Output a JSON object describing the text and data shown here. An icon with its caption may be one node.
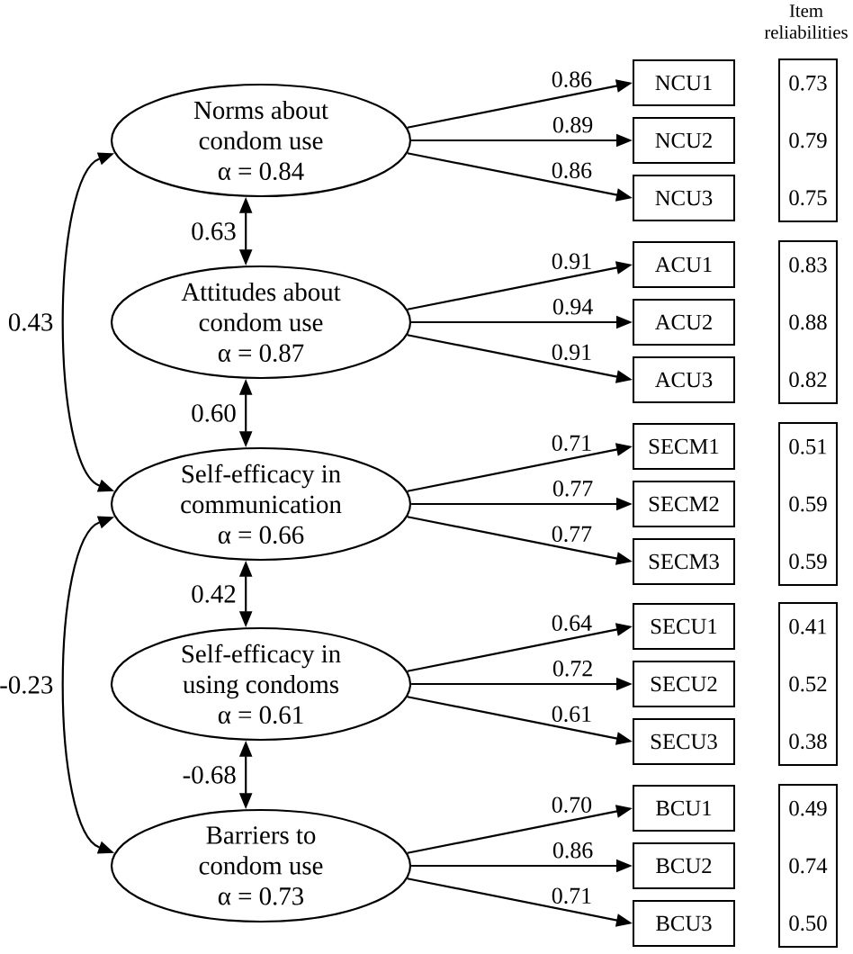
{
  "diagram": {
    "nodes": [
      {
        "text": [
          "Norms about condom use",
          "α = 0.84"
        ]
      },
      {
        "text": [
          "NCU1"
        ]
      },
      {
        "text": [
          "NCU2"
        ]
      },
      {
        "text": [
          "NCU3"
        ]
      },
      {
        "text": [
          "0.73",
          "0.79",
          "0.75"
        ]
      },
      {
        "text": [
          "Attitudes about condom use",
          "α = 0.87"
        ]
      },
      {
        "text": [
          "ACU1"
        ]
      },
      {
        "text": [
          "ACU2"
        ]
      },
      {
        "text": [
          "ACU3"
        ]
      },
      {
        "text": [
          "0.83",
          "0.88",
          "0.82"
        ]
      },
      {
        "text": [
          "Self-efficacy in communication",
          "α = 0.66"
        ]
      },
      {
        "text": [
          "SECM1"
        ]
      },
      {
        "text": [
          "SECM2"
        ]
      },
      {
        "text": [
          "SECM3"
        ]
      },
      {
        "text": [
          "0.51",
          "0.59",
          "0.59"
        ]
      },
      {
        "text": [
          "Self-efficacy in using condoms",
          "α = 0.61"
        ]
      },
      {
        "text": [
          "SECU1"
        ]
      },
      {
        "text": [
          "SECU2"
        ]
      },
      {
        "text": [
          "SECU3"
        ]
      },
      {
        "text": [
          "0.41",
          "0.52",
          "0.38"
        ]
      },
      {
        "text": [
          "Barriers to condom use",
          "α = 0.73"
        ]
      },
      {
        "text": [
          "BCU1"
        ]
      },
      {
        "text": [
          "BCU2"
        ]
      },
      {
        "text": [
          "BCU3"
        ]
      },
      {
        "text": [
          "0.49",
          "0.74",
          "0.50"
        ]
      }
    ],
    "edges": [
      {
        "from": 0,
        "to": 10,
        "arrow": "both",
        "label": "0.43"
      },
      {
        "from": 10,
        "to": 20,
        "arrow": "both",
        "label": "-0.23"
      },
      {
        "from": 0,
        "to": 5,
        "arrow": "both",
        "label": "0.63"
      },
      {
        "from": 5,
        "to": 10,
        "arrow": "both",
        "label": "0.60"
      },
      {
        "from": 10,
        "to": 15,
        "arrow": "both",
        "label": "0.42"
      },
      {
        "from": 15,
        "to": 20,
        "arrow": "both",
        "label": "-0.68"
      },
      {
        "from": 0,
        "to": 1,
        "arrow": "to",
        "label": "0.86"
      },
      {
        "from": 0,
        "to": 2,
        "arrow": "to",
        "label": "0.89"
      },
      {
        "from": 0,
        "to": 3,
        "arrow": "to",
        "label": "0.86"
      },
      {
        "from": 5,
        "to": 6,
        "arrow": "to",
        "label": "0.91"
      },
      {
        "from": 5,
        "to": 7,
        "arrow": "to",
        "label": "0.94"
      },
      {
        "from": 5,
        "to": 8,
        "arrow": "to",
        "label": "0.91"
      },
      {
        "from": 10,
        "to": 11,
        "arrow": "to",
        "label": "0.71"
      },
      {
        "from": 10,
        "to": 12,
        "arrow": "to",
        "label": "0.77"
      },
      {
        "from": 10,
        "to": 13,
        "arrow": "to",
        "label": "0.77"
      },
      {
        "from": 15,
        "to": 16,
        "arrow": "to",
        "label": "0.64"
      },
      {
        "from": 15,
        "to": 17,
        "arrow": "to",
        "label": "0.72"
      },
      {
        "from": 15,
        "to": 18,
        "arrow": "to",
        "label": "0.61"
      },
      {
        "from": 20,
        "to": 21,
        "arrow": "to",
        "label": "0.70"
      },
      {
        "from": 20,
        "to": 22,
        "arrow": "to",
        "label": "0.86"
      },
      {
        "from": 20,
        "to": 23,
        "arrow": "to",
        "label": "0.71"
      }
    ],
    "labels": [
      "Item reliabilities"
    ]
  }
}
